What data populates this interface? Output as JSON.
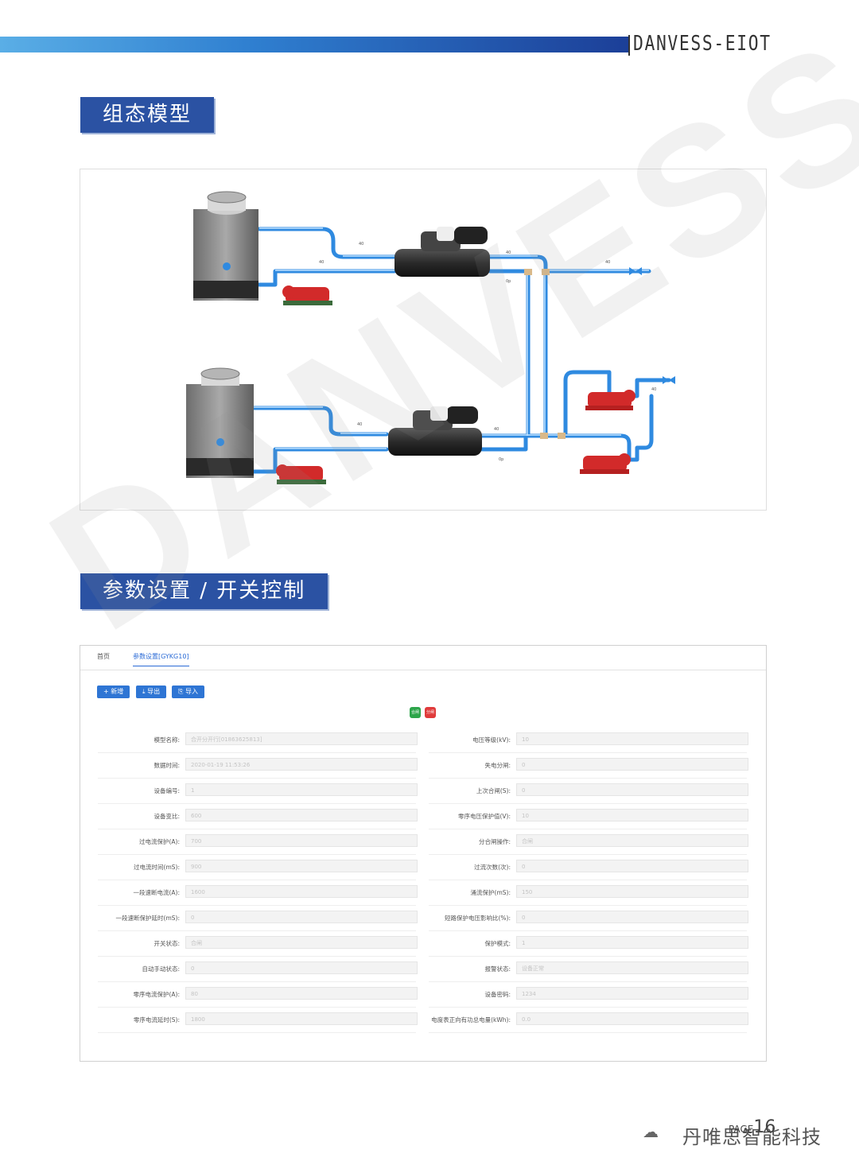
{
  "header": {
    "brand": "DANVESS-EIOT"
  },
  "sections": {
    "config_model_title": "组态模型",
    "params_title": "参数设置 / 开关控制"
  },
  "diagram": {
    "label_40": "40",
    "label_0p": "0p"
  },
  "form": {
    "tabs": [
      "首页",
      "参数设置[GYKG10]"
    ],
    "buttons": {
      "add": "+ 新增",
      "export": "⤓ 导出",
      "import": "⎘ 导入"
    },
    "status_icons": {
      "on": "合闸",
      "off": "分闸"
    },
    "left_rows": [
      {
        "label": "模型名称:",
        "value": "合开分开行[01863625813]"
      },
      {
        "label": "数据时间:",
        "value": "2020-01-19 11:53:26"
      },
      {
        "label": "设备编号:",
        "value": "1"
      },
      {
        "label": "设备变比:",
        "value": "600"
      },
      {
        "label": "过电流保护(A):",
        "value": "700"
      },
      {
        "label": "过电流时间(mS):",
        "value": "900"
      },
      {
        "label": "一段速断电流(A):",
        "value": "1600"
      },
      {
        "label": "一段速断保护延时(mS):",
        "value": "0"
      },
      {
        "label": "开关状态:",
        "value": "合闸"
      },
      {
        "label": "自动手动状态:",
        "value": "0"
      },
      {
        "label": "零序电流保护(A):",
        "value": "80"
      },
      {
        "label": "零序电流延时(S):",
        "value": "1800"
      }
    ],
    "right_rows": [
      {
        "label": "电压等级(kV):",
        "value": "10"
      },
      {
        "label": "失电分闸:",
        "value": "0"
      },
      {
        "label": "上次合闸(S):",
        "value": "0"
      },
      {
        "label": "零序电压保护值(V):",
        "value": "10"
      },
      {
        "label": "分合闸操作:",
        "value": "合闸"
      },
      {
        "label": "过流次数(次):",
        "value": "0"
      },
      {
        "label": "涌流保护(mS):",
        "value": "150"
      },
      {
        "label": "短路保护电压影响比(%):",
        "value": "0"
      },
      {
        "label": "保护模式:",
        "value": "1"
      },
      {
        "label": "报警状态:",
        "value": "设备正常"
      },
      {
        "label": "设备密码:",
        "value": "1234"
      },
      {
        "label": "电度表正向有功总电量(kWh):",
        "value": "0.0"
      }
    ]
  },
  "watermark": "DANVESS",
  "footer": {
    "page_label": "PAGE",
    "page_number": "16",
    "company": "丹唯思智能科技"
  },
  "colors": {
    "brand_blue": "#2b52a3",
    "pipe_blue": "#2f8ae0",
    "pump_red": "#d22a2a"
  }
}
